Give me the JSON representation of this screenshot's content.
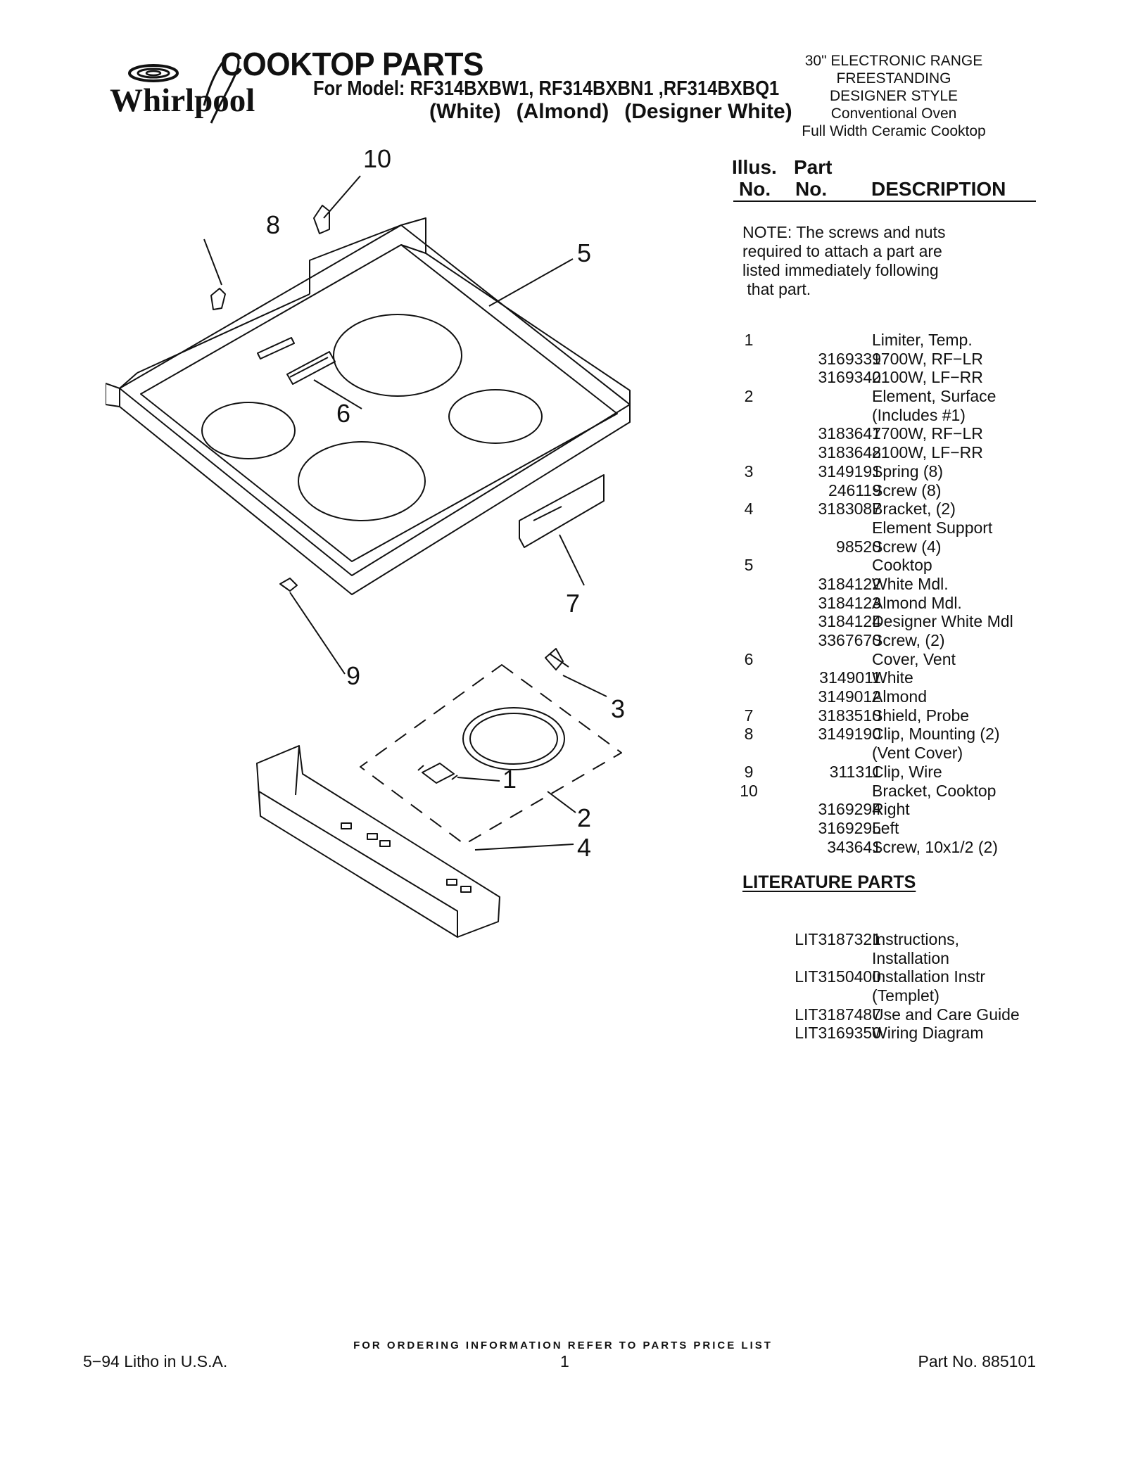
{
  "brand": {
    "name": "Whirlpool"
  },
  "header": {
    "title": "COOKTOP PARTS",
    "model_line": "For Model: RF314BXBW1, RF314BXBN1 ,RF314BXBQ1",
    "finishes": [
      "(White)",
      "(Almond)",
      "(Designer White)"
    ],
    "specs": [
      "30\" ELECTRONIC RANGE",
      "FREESTANDING",
      "DESIGNER STYLE",
      "Conventional Oven",
      "Full Width Ceramic Cooktop"
    ]
  },
  "diagram": {
    "callouts": [
      "10",
      "8",
      "5",
      "6",
      "7",
      "9",
      "3",
      "1",
      "2",
      "4"
    ]
  },
  "table": {
    "header_line1": [
      "Illus.",
      "Part"
    ],
    "header_line2": [
      "No.",
      "No.",
      "DESCRIPTION"
    ],
    "note": [
      "NOTE: The screws and nuts",
      "required to attach a part are",
      "listed immediately following",
      " that part."
    ],
    "rows": [
      {
        "illus": "1",
        "part": "",
        "desc": "Limiter, Temp."
      },
      {
        "illus": "",
        "part": "3169339",
        "desc": "1700W, RF−LR"
      },
      {
        "illus": "",
        "part": "3169340",
        "desc": "2100W, LF−RR"
      },
      {
        "illus": "2",
        "part": "",
        "desc": "Element, Surface"
      },
      {
        "illus": "",
        "part": "",
        "desc": "(Includes #1)"
      },
      {
        "illus": "",
        "part": "3183647",
        "desc": "1700W, RF−LR"
      },
      {
        "illus": "",
        "part": "3183648",
        "desc": "2100W, LF−RR"
      },
      {
        "illus": "3",
        "part": "3149191",
        "desc": "Spring (8)"
      },
      {
        "illus": "",
        "part": "246119",
        "desc": "Screw (8)"
      },
      {
        "illus": "4",
        "part": "3183087",
        "desc": "Bracket, (2)"
      },
      {
        "illus": "",
        "part": "",
        "desc": "Element Support"
      },
      {
        "illus": "",
        "part": "98520",
        "desc": "Screw (4)"
      },
      {
        "illus": "5",
        "part": "",
        "desc": "Cooktop"
      },
      {
        "illus": "",
        "part": "3184122",
        "desc": "White Mdl."
      },
      {
        "illus": "",
        "part": "3184123",
        "desc": "Almond Mdl."
      },
      {
        "illus": "",
        "part": "3184124",
        "desc": "Designer White Mdl"
      },
      {
        "illus": "",
        "part": "3367670",
        "desc": "Screw, (2)"
      },
      {
        "illus": "6",
        "part": "",
        "desc": "Cover, Vent"
      },
      {
        "illus": "",
        "part": "3149011",
        "desc": "White"
      },
      {
        "illus": "",
        "part": "3149012",
        "desc": "Almond"
      },
      {
        "illus": "7",
        "part": "3183510",
        "desc": "Shield, Probe"
      },
      {
        "illus": "8",
        "part": "3149190",
        "desc": "Clip, Mounting (2)"
      },
      {
        "illus": "",
        "part": "",
        "desc": "(Vent Cover)"
      },
      {
        "illus": "9",
        "part": "311311",
        "desc": "Clip, Wire"
      },
      {
        "illus": "10",
        "part": "",
        "desc": "Bracket, Cooktop"
      },
      {
        "illus": "",
        "part": "3169294",
        "desc": "Right"
      },
      {
        "illus": "",
        "part": "3169295",
        "desc": "Left"
      },
      {
        "illus": "",
        "part": "343641",
        "desc": "Screw, 10x1/2 (2)"
      }
    ]
  },
  "literature": {
    "heading": "LITERATURE PARTS",
    "rows": [
      {
        "part": "LIT3187321",
        "desc": "Instructions,"
      },
      {
        "part": "",
        "desc": "Installation"
      },
      {
        "part": "LIT3150400",
        "desc": "Installation Instr"
      },
      {
        "part": "",
        "desc": "(Templet)"
      },
      {
        "part": "LIT3187487",
        "desc": "Use and Care Guide"
      },
      {
        "part": "LIT3169350",
        "desc": "Wiring Diagram"
      }
    ]
  },
  "footer": {
    "order_note": "FOR ORDERING INFORMATION REFER TO PARTS PRICE LIST",
    "litho": "5−94 Litho in U.S.A.",
    "page": "1",
    "part_no": "Part No. 885101"
  }
}
